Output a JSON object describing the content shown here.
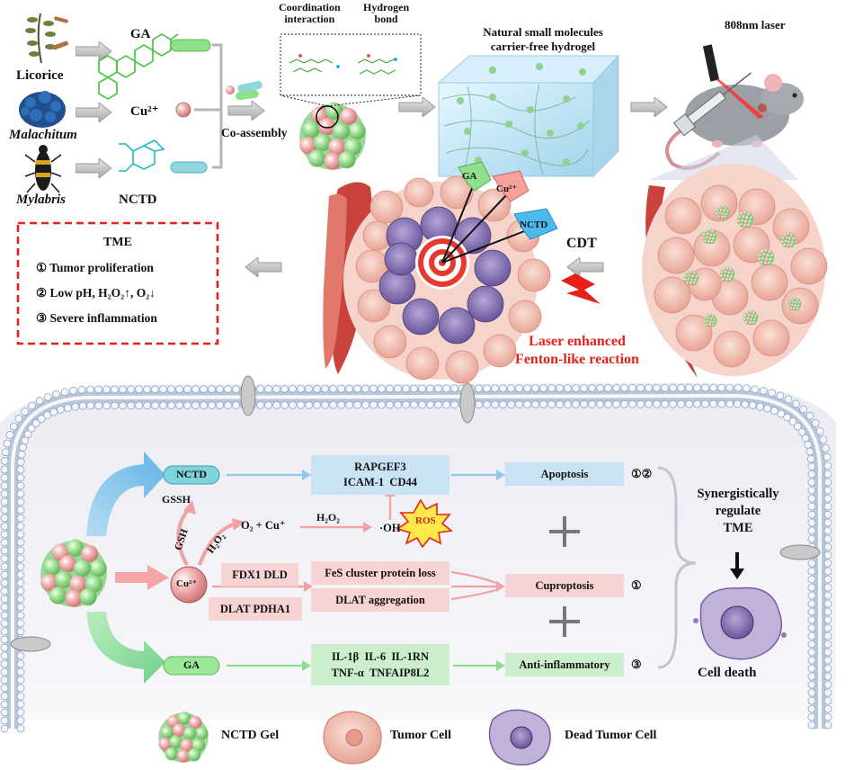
{
  "sources": [
    {
      "plant": "Licorice",
      "compound": "GA",
      "italic": false
    },
    {
      "plant": "Malachitum",
      "compound": "Cu²⁺",
      "italic": true
    },
    {
      "plant": "Mylabris",
      "compound": "NCTD",
      "italic": true
    }
  ],
  "assembly": {
    "coassembly": "Co-assembly",
    "coordination": "Coordination\ninteraction",
    "hbond": "Hydrogen\nbond",
    "hydrogel": "Natural small molecules\ncarrier-free hydrogel",
    "laser": "808nm laser"
  },
  "tumor": {
    "dart_labels": [
      "GA",
      "Cu²⁺",
      "NCTD"
    ],
    "cdt": "CDT",
    "laser_effect": "Laser enhanced\nFenton-like reaction"
  },
  "tme": {
    "title": "TME",
    "items": [
      "① Tumor proliferation",
      "② Low pH, H₂O₂↑, O₂↓",
      "③ Severe inflammation"
    ]
  },
  "pathway": {
    "nctd": "NCTD",
    "ga": "GA",
    "cu": "Cu²⁺",
    "gssh": "GSSH",
    "gsh": "GSH",
    "h2o2_side": "H₂O₂",
    "o2_cu": "O₂ + Cu⁺",
    "h2o2_arrow": "H₂O₂",
    "oh": "·OH",
    "ros": "ROS",
    "fdx_dld": "FDX1  DLD",
    "dlat_pdha": "DLAT  PDHA1",
    "box_apoptosis_genes": "RAPGEF3\nICAM-1  CD44",
    "box_fes": "FeS cluster protein loss",
    "box_dlat": "DLAT aggregation",
    "box_inflam_genes": "IL-1β  IL-6  IL-1RN\nTNF-α  TNFAIP8L2",
    "out_apoptosis": "Apoptosis",
    "out_apoptosis_tag": "①②",
    "out_cuproptosis": "Cuproptosis",
    "out_cuproptosis_tag": "①",
    "out_antiinflam": "Anti-inflammatory",
    "out_antiinflam_tag": "③",
    "synergy": "Synergistically\nregulate\nTME",
    "cell_death": "Cell death"
  },
  "legend": [
    {
      "label": "NCTD Gel"
    },
    {
      "label": "Tumor Cell"
    },
    {
      "label": "Dead Tumor Cell"
    }
  ],
  "colors": {
    "arrow_gray": "#b8b8b8",
    "pill_green": "#8fe08a",
    "pill_blue": "#8fd6df",
    "box_blue": "#c9e3f4",
    "box_pink": "#f7d3d3",
    "box_green": "#cdeecd",
    "tme_red": "#e8201a",
    "membrane": "#c8d8ea"
  }
}
